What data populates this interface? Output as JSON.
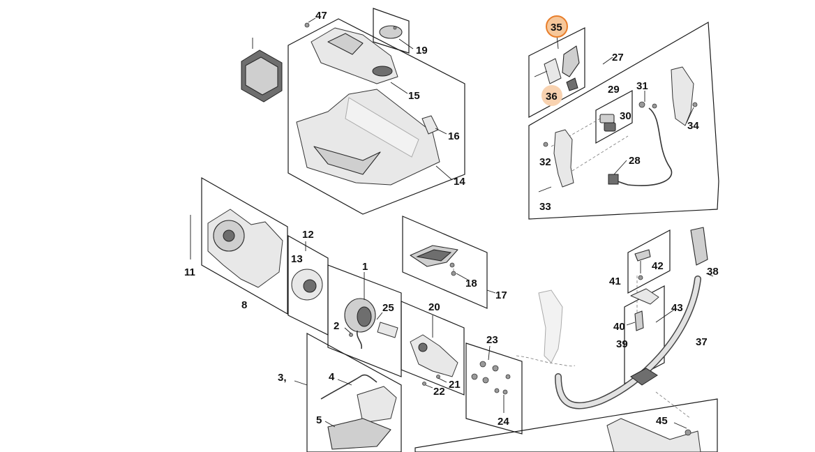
{
  "diagram": {
    "highlight_colors": {
      "circled_label": "#e87e2b",
      "fill_label": "#f8d2b0"
    },
    "labels": {
      "p47": "47",
      "p19": "19",
      "p15": "15",
      "p16": "16",
      "p14": "14",
      "p35": "35",
      "p36": "36",
      "p27": "27",
      "p29": "29",
      "p31": "31",
      "p30": "30",
      "p34": "34",
      "p32": "32",
      "p28": "28",
      "p33": "33",
      "p11": "11",
      "p8": "8",
      "p12": "12",
      "p13": "13",
      "p1": "1",
      "p25": "25",
      "p2": "2",
      "p20": "20",
      "p21": "21",
      "p22": "22",
      "p23": "23",
      "p24": "24",
      "p18": "18",
      "p17": "17",
      "p41": "41",
      "p42": "42",
      "p40": "40",
      "p39": "39",
      "p43": "43",
      "p38": "38",
      "p37": "37",
      "p45": "45",
      "p3": "3,",
      "p4": "4",
      "p5": "5"
    }
  }
}
